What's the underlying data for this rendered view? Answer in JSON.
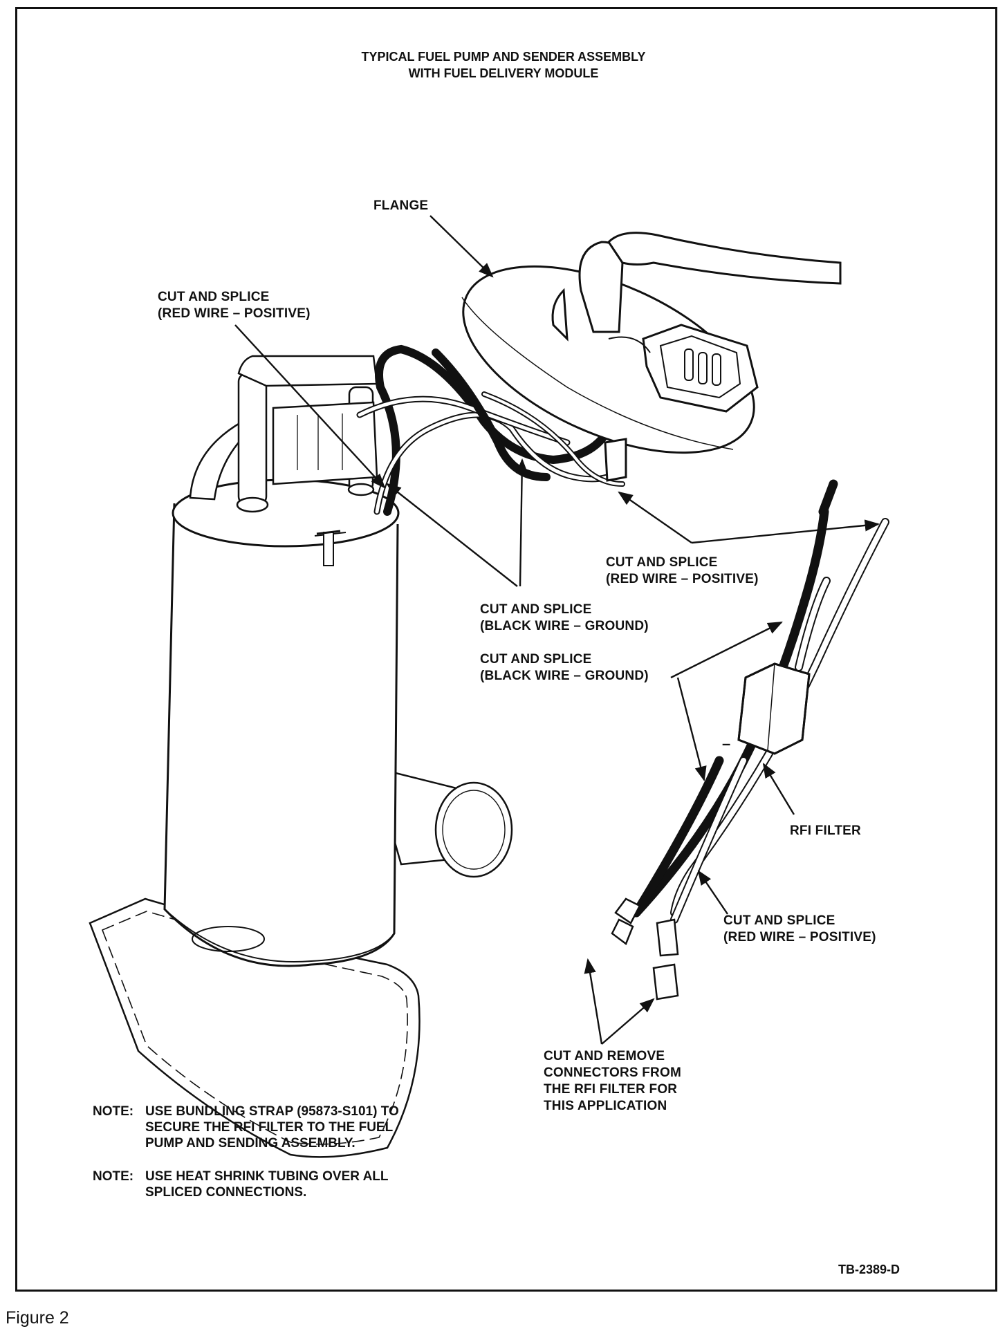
{
  "title": {
    "line1": "TYPICAL FUEL PUMP AND SENDER ASSEMBLY",
    "line2": "WITH FUEL DELIVERY MODULE"
  },
  "labels": {
    "flange": "FLANGE",
    "cut_red_top": [
      "CUT AND SPLICE",
      "(RED WIRE –  POSITIVE)"
    ],
    "cut_red_right": [
      "CUT AND SPLICE",
      "(RED WIRE –  POSITIVE)"
    ],
    "cut_black_1": [
      "CUT AND SPLICE",
      "(BLACK WIRE – GROUND)"
    ],
    "cut_black_2": [
      "CUT AND SPLICE",
      "(BLACK WIRE – GROUND)"
    ],
    "rfi_filter": "RFI FILTER",
    "cut_red_bottom": [
      "CUT AND SPLICE",
      "(RED WIRE –  POSITIVE)"
    ],
    "cut_remove": [
      "CUT AND REMOVE",
      "CONNECTORS FROM",
      "THE RFI FILTER FOR",
      "THIS APPLICATION"
    ]
  },
  "notes": [
    {
      "key": "NOTE:",
      "text": [
        "USE BUNDLING STRAP (95873-S101) TO",
        "SECURE THE RFI FILTER TO THE FUEL",
        "PUMP AND SENDING ASSEMBLY."
      ]
    },
    {
      "key": "NOTE:",
      "text": [
        "USE HEAT SHRINK TUBING OVER ALL",
        "SPLICED CONNECTIONS."
      ]
    }
  ],
  "polarity": {
    "minus": "–",
    "plus": "+"
  },
  "doc_id": "TB-2389-D",
  "figure_caption": "Figure 2"
}
